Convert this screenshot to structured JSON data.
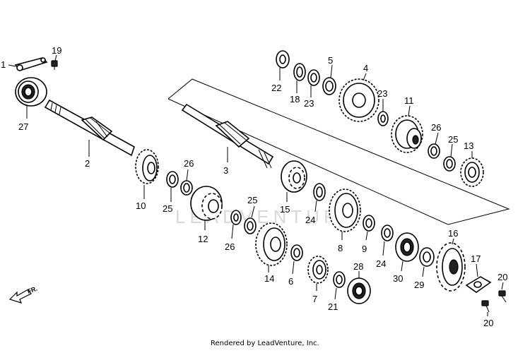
{
  "diagram": {
    "watermark": "LEADVENTURE",
    "direction_label": "FR.",
    "footer": "Rendered by LeadVenture, Inc.",
    "callouts": {
      "c1": "1",
      "c19": "19",
      "c27": "27",
      "c2": "2",
      "c3": "3",
      "c22": "22",
      "c18": "18",
      "c23a": "23",
      "c5": "5",
      "c4": "4",
      "c23b": "23",
      "c11": "11",
      "c26a": "26",
      "c25a": "25",
      "c13": "13",
      "c10": "10",
      "c25b": "25",
      "c26b": "26",
      "c12": "12",
      "c26c": "26",
      "c25c": "25",
      "c15": "15",
      "c24a": "24",
      "c8": "8",
      "c9": "9",
      "c24b": "24",
      "c14": "14",
      "c6": "6",
      "c7": "7",
      "c21": "21",
      "c28": "28",
      "c30": "30",
      "c29": "29",
      "c16": "16",
      "c17": "17",
      "c20a": "20",
      "c20b": "20"
    }
  }
}
